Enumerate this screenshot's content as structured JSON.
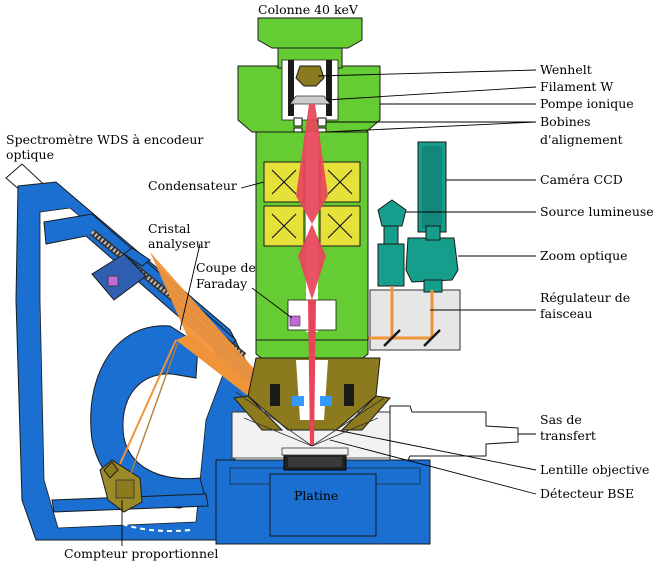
{
  "colors": {
    "column_green": "#66cc33",
    "chamber_blue": "#1a6fd1",
    "optics_teal": "#169e8c",
    "coil_yellow": "#e6e03a",
    "beam_red": "#e8445a",
    "light_orange": "#f0943a",
    "olive": "#8c7a1e",
    "grey": "#e6e6e6"
  },
  "labels": {
    "column": "Colonne 40 keV",
    "wehnelt": "Wenhelt",
    "filament": "Filament W",
    "ion_pump": "Pompe ionique",
    "alignment_coils_1": "Bobines",
    "alignment_coils_2": "d'alignement",
    "wds_1": "Spectromètre WDS à encodeur",
    "wds_2": "optique",
    "condenser": "Condensateur",
    "ccd_camera": "Caméra CCD",
    "light_source": "Source lumineuse",
    "crystal_1": "Cristal",
    "crystal_2": "analyseur",
    "faraday_1": "Coupe de",
    "faraday_2": "Faraday",
    "optical_zoom": "Zoom optique",
    "beam_regulator_1": "Régulateur de",
    "beam_regulator_2": "faisceau",
    "transfer_lock_1": "Sas de",
    "transfer_lock_2": "transfert",
    "objective_lens": "Lentille objective",
    "bse_detector": "Détecteur BSE",
    "stage": "Platine",
    "proportional_counter": "Compteur proportionnel"
  }
}
